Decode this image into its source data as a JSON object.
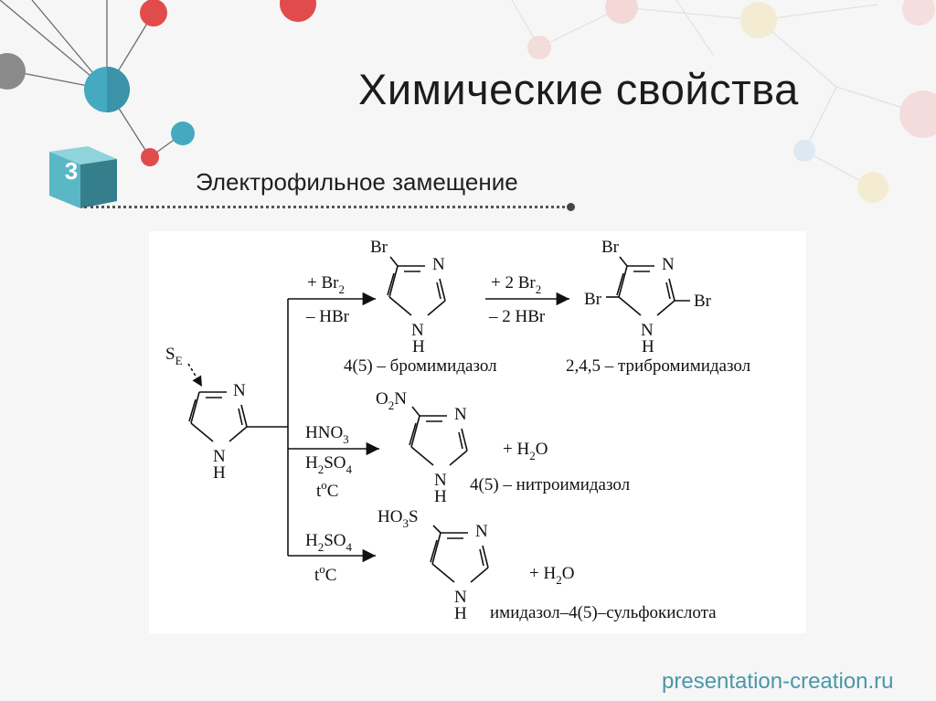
{
  "slide": {
    "title": "Химические свойства",
    "section_number": "3",
    "subtitle": "Электрофильное замещение",
    "footer": "presentation-creation.ru"
  },
  "colors": {
    "badge": "#5ab7c5",
    "badge_dark": "#357f8c",
    "molecule_teal": "#45a9c0",
    "molecule_red": "#e24b4b",
    "molecule_gray": "#888888",
    "footer_text": "#4a97a9"
  },
  "scheme": {
    "se_label": "S",
    "se_sub": "E",
    "atom_n": "N",
    "atom_h": "H",
    "atom_br": "Br",
    "reaction1": {
      "reagent_top": "+ Br",
      "reagent_top_sub": "2",
      "reagent_bottom": "– HBr",
      "product_name": "4(5) – бромимидазол"
    },
    "reaction1b": {
      "reagent_top": "+ 2 Br",
      "reagent_top_sub": "2",
      "reagent_bottom": "– 2 HBr",
      "product_name": "2,4,5 – трибромимидазол"
    },
    "reaction2": {
      "reagent_1_a": "HNO",
      "reagent_1_sub": "3",
      "reagent_2_a": "H",
      "reagent_2_sub1": "2",
      "reagent_2_b": "SO",
      "reagent_2_sub2": "4",
      "temp_a": "t",
      "temp_sup": "o",
      "temp_b": "C",
      "substituent_a": "O",
      "substituent_sub": "2",
      "substituent_b": "N",
      "byproduct": "+ H",
      "byproduct_sub": "2",
      "byproduct_end": "O",
      "product_name": "4(5) – нитроимидазол"
    },
    "reaction3": {
      "reagent_1_a": "H",
      "reagent_1_sub1": "2",
      "reagent_1_b": "SO",
      "reagent_1_sub2": "4",
      "temp_a": "t",
      "temp_sup": "o",
      "temp_b": "C",
      "substituent_a": "HO",
      "substituent_sub": "3",
      "substituent_b": "S",
      "byproduct": "+ H",
      "byproduct_sub": "2",
      "byproduct_end": "O",
      "product_name": "имидазол–4(5)–сульфокислота"
    }
  }
}
